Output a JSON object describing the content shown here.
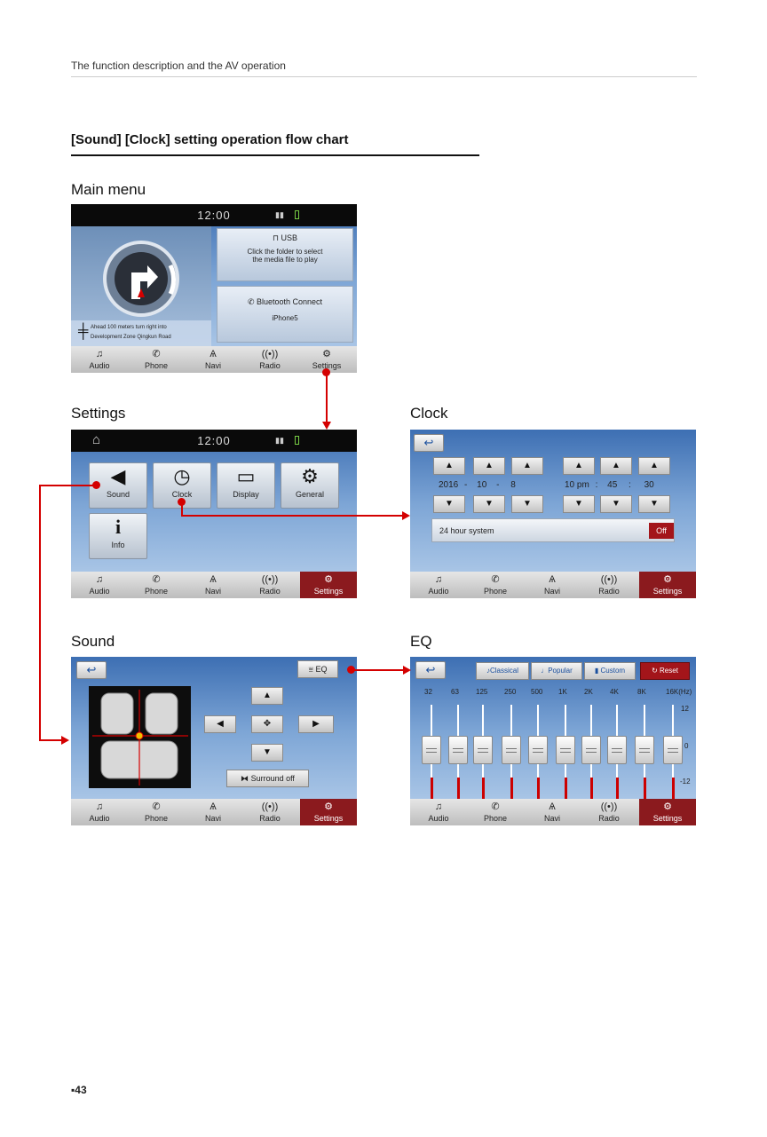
{
  "header": {
    "text": "The function description and the AV operation"
  },
  "title": "[Sound] [Clock] setting operation flow chart",
  "labels": {
    "main_menu": "Main menu",
    "settings": "Settings",
    "clock": "Clock",
    "sound": "Sound",
    "eq": "EQ"
  },
  "status": {
    "time": "12:00"
  },
  "navbar": [
    "Audio",
    "Phone",
    "Navi",
    "Radio",
    "Settings"
  ],
  "main_menu": {
    "usb_title": "USB",
    "usb_desc_1": "Click the folder to select",
    "usb_desc_2": "the media file to play",
    "bt_title": "Bluetooth Connect",
    "bt_device": "iPhone5",
    "nav_hint_1": "Ahead 100 meters turn right into",
    "nav_hint_2": "Development Zone Qingkun Road"
  },
  "settings_tiles": [
    "Sound",
    "Clock",
    "Display",
    "General",
    "Info"
  ],
  "clock": {
    "year": "2016",
    "sep1": "-",
    "month": "10",
    "sep2": "-",
    "day": "8",
    "hour": "10 pm",
    "colon1": ":",
    "minute": "45",
    "colon2": ":",
    "second": "30",
    "system_label": "24 hour system",
    "toggle": "Off"
  },
  "sound": {
    "eq_button": "EQ",
    "surround": "Surround off"
  },
  "eq": {
    "presets": [
      "Classical",
      "Popular",
      "Custom"
    ],
    "reset": "Reset",
    "freqs": [
      "32",
      "63",
      "125",
      "250",
      "500",
      "1K",
      "2K",
      "4K",
      "8K",
      "16K(Hz)"
    ],
    "scale_top": "12",
    "scale_mid": "0",
    "scale_bottom": "-12"
  },
  "footer": {
    "page": "43"
  },
  "colors": {
    "accent": "#8b1a1e",
    "connector": "#d40000",
    "screen_blue": "#5b8cc8"
  }
}
